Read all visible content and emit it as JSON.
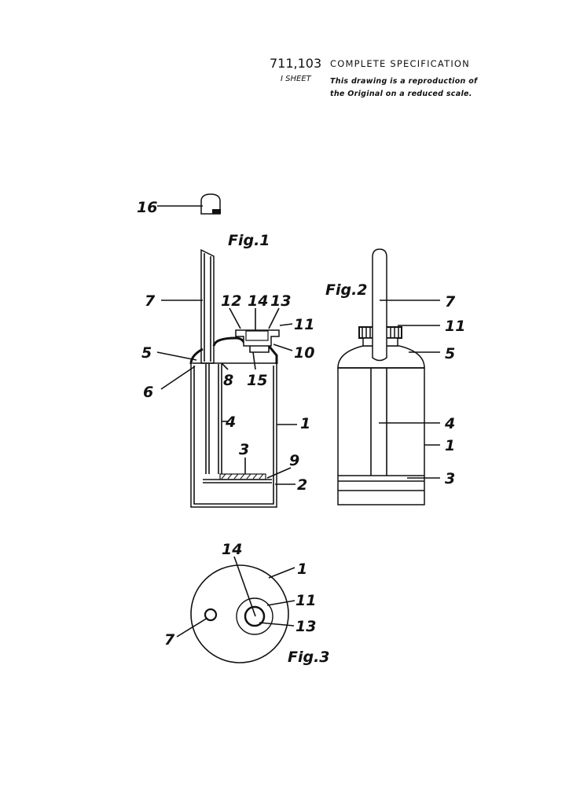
{
  "header": {
    "spec_number": "711,103",
    "title": "COMPLETE SPECIFICATION",
    "sheets": "I SHEET",
    "note_line1": "This drawing is a reproduction of",
    "note_line2": "the Original on a reduced scale."
  },
  "figures": {
    "fig1": {
      "caption": "Fig.1",
      "labels": [
        "16",
        "7",
        "12",
        "14",
        "13",
        "11",
        "10",
        "5",
        "6",
        "8",
        "15",
        "4",
        "1",
        "3",
        "9",
        "2"
      ]
    },
    "fig2": {
      "caption": "Fig.2",
      "labels": [
        "7",
        "11",
        "5",
        "4",
        "1",
        "3"
      ]
    },
    "fig3": {
      "caption": "Fig.3",
      "labels": [
        "14",
        "1",
        "11",
        "13",
        "7"
      ]
    }
  }
}
